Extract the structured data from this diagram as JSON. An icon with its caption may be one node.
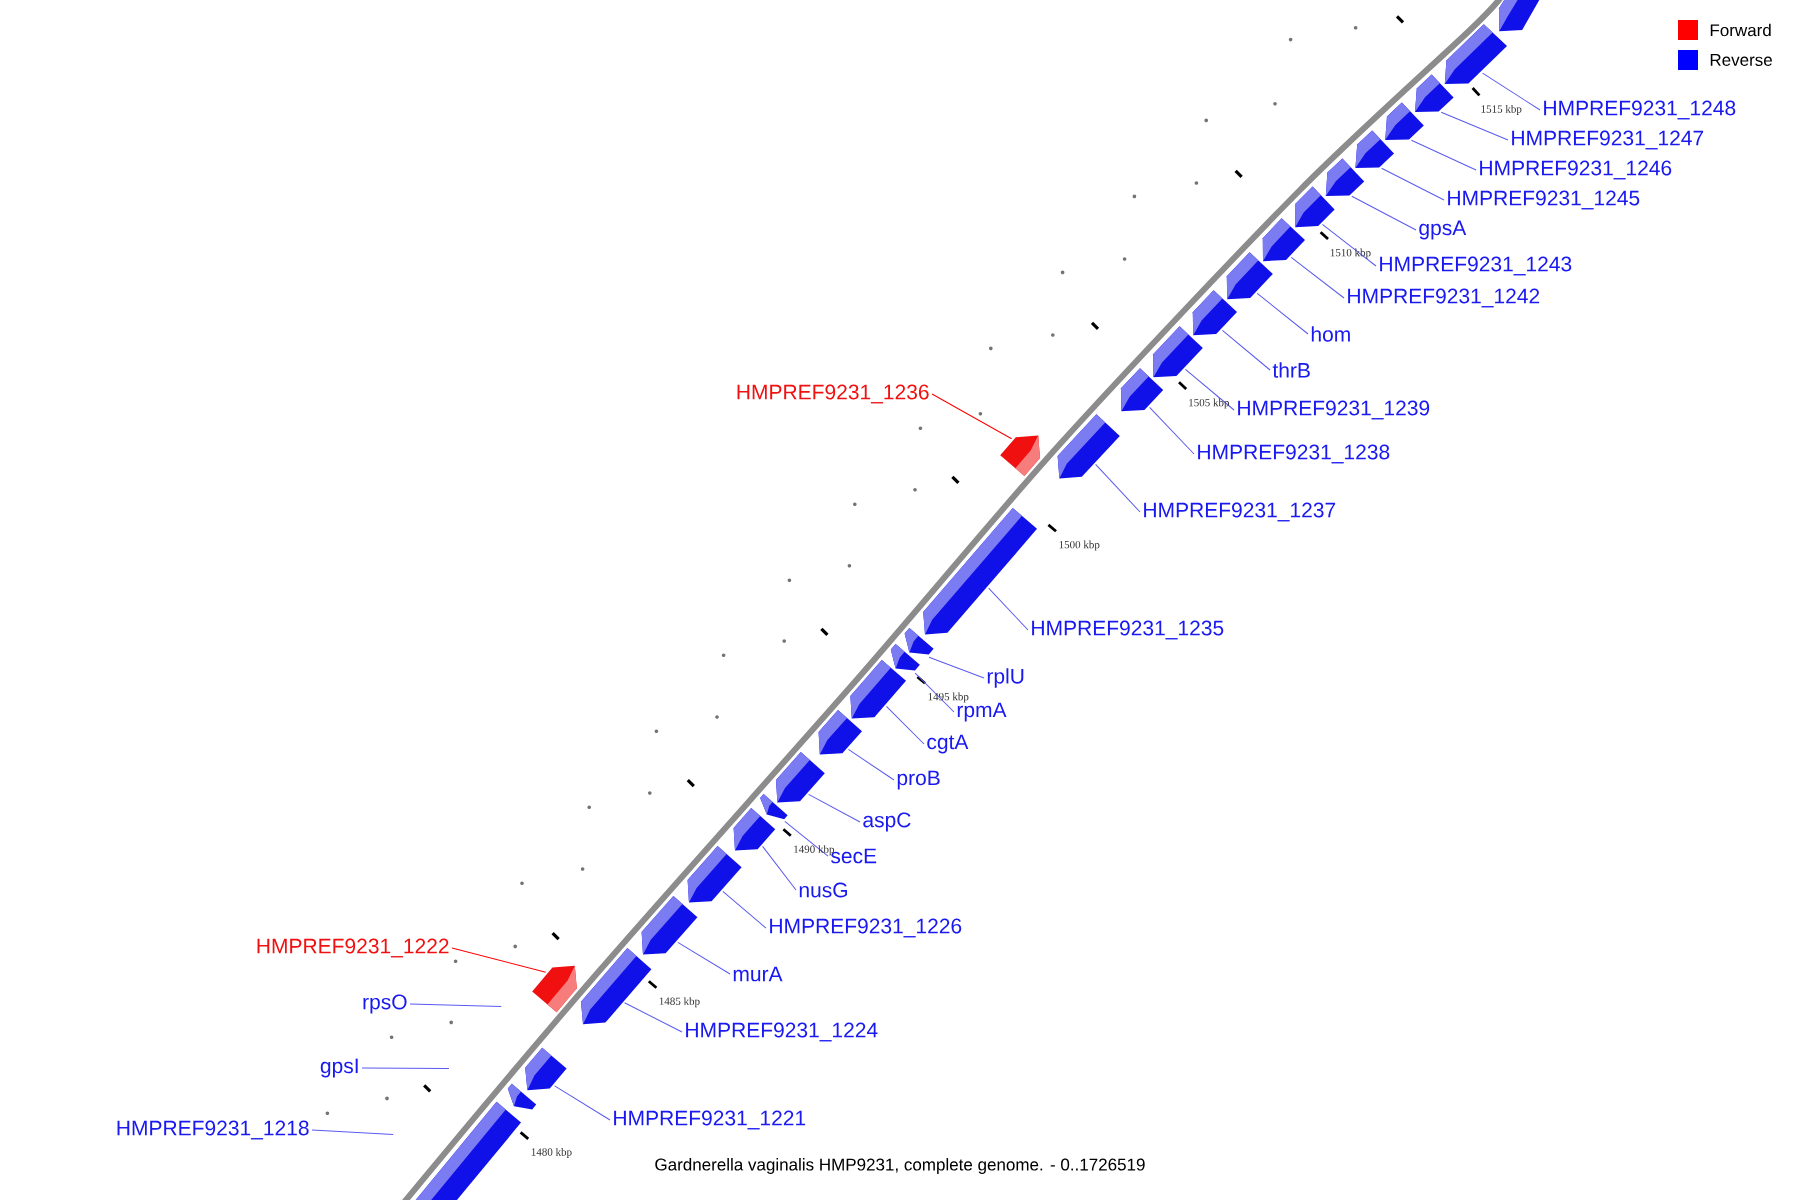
{
  "diagram": {
    "caption": "Gardnerella vaginalis HMP9231, complete genome. - 0..1726519",
    "nodes": [
      {
        "text": [
          "HMPREF9231_1248"
        ]
      },
      {
        "text": [
          "HMPREF9231_1247"
        ]
      },
      {
        "text": [
          "HMPREF9231_1246"
        ]
      },
      {
        "text": [
          "HMPREF9231_1245"
        ]
      },
      {
        "text": [
          "gpsA"
        ]
      },
      {
        "text": [
          "HMPREF9231_1243"
        ]
      },
      {
        "text": [
          "HMPREF9231_1242"
        ]
      },
      {
        "text": [
          "hom"
        ]
      },
      {
        "text": [
          "thrB"
        ]
      },
      {
        "text": [
          "HMPREF9231_1236"
        ]
      },
      {
        "text": [
          "HMPREF9231_1239"
        ]
      },
      {
        "text": [
          "HMPREF9231_1238"
        ]
      },
      {
        "text": [
          "HMPREF9231_1237"
        ]
      },
      {
        "text": [
          "HMPREF9231_1235"
        ]
      },
      {
        "text": [
          "rplU"
        ]
      },
      {
        "text": [
          "rpmA"
        ]
      },
      {
        "text": [
          "cgtA"
        ]
      },
      {
        "text": [
          "proB"
        ]
      },
      {
        "text": [
          "aspC"
        ]
      },
      {
        "text": [
          "secE"
        ]
      },
      {
        "text": [
          "nusG"
        ]
      },
      {
        "text": [
          "HMPREF9231_1226"
        ]
      },
      {
        "text": [
          "HMPREF9231_1222"
        ]
      },
      {
        "text": [
          "murA"
        ]
      },
      {
        "text": [
          "rpsO"
        ]
      },
      {
        "text": [
          "HMPREF9231_1224"
        ]
      },
      {
        "text": [
          "gpsI"
        ]
      },
      {
        "text": [
          "HMPREF9231_1221"
        ]
      },
      {
        "text": [
          "HMPREF9231_1218"
        ]
      },
      {
        "text": [],
        "shape": "bar"
      },
      {
        "text": [],
        "shape": "bar"
      },
      {
        "text": [],
        "shape": "bar"
      },
      {
        "text": [],
        "shape": "bar"
      },
      {
        "text": [],
        "shape": "bar"
      },
      {
        "text": [],
        "shape": "bar"
      },
      {
        "text": [],
        "shape": "bar"
      },
      {
        "text": [],
        "shape": "bar"
      },
      {
        "text": [],
        "shape": "bar"
      },
      {
        "text": [],
        "shape": "bar"
      },
      {
        "text": [],
        "shape": "bar"
      },
      {
        "text": [],
        "shape": "bar"
      },
      {
        "text": [],
        "shape": "bar"
      },
      {
        "text": [],
        "shape": "bar"
      },
      {
        "text": [],
        "shape": "bar"
      },
      {
        "text": [],
        "shape": "bar"
      },
      {
        "text": [],
        "shape": "bar"
      },
      {
        "text": [],
        "shape": "bar"
      },
      {
        "text": [],
        "shape": "bar"
      },
      {
        "text": [],
        "shape": "bar"
      },
      {
        "text": [],
        "shape": "bar"
      },
      {
        "text": [],
        "shape": "bar"
      },
      {
        "text": [],
        "shape": "bar"
      },
      {
        "text": [],
        "shape": "bar"
      },
      {
        "text": [],
        "shape": "bar"
      },
      {
        "text": [],
        "shape": "bar"
      },
      {
        "text": [],
        "shape": "bar"
      },
      {
        "text": [],
        "shape": "bar"
      },
      {
        "text": [],
        "shape": "bar"
      }
    ],
    "edges": [
      {
        "from": 0,
        "to": 30,
        "arrow": "none"
      },
      {
        "from": 1,
        "to": 31,
        "arrow": "none"
      },
      {
        "from": 2,
        "to": 32,
        "arrow": "none"
      },
      {
        "from": 3,
        "to": 33,
        "arrow": "none"
      },
      {
        "from": 4,
        "to": 34,
        "arrow": "none"
      },
      {
        "from": 5,
        "to": 35,
        "arrow": "none"
      },
      {
        "from": 6,
        "to": 36,
        "arrow": "none"
      },
      {
        "from": 7,
        "to": 37,
        "arrow": "none"
      },
      {
        "from": 8,
        "to": 38,
        "arrow": "none"
      },
      {
        "from": 9,
        "to": 42,
        "arrow": "none",
        "color": "#ff0000"
      },
      {
        "from": 10,
        "to": 39,
        "arrow": "none"
      },
      {
        "from": 11,
        "to": 40,
        "arrow": "none"
      },
      {
        "from": 12,
        "to": 41,
        "arrow": "none"
      },
      {
        "from": 13,
        "to": 43,
        "arrow": "none"
      },
      {
        "from": 14,
        "to": 44,
        "arrow": "none"
      },
      {
        "from": 15,
        "to": 45,
        "arrow": "none"
      },
      {
        "from": 16,
        "to": 46,
        "arrow": "none"
      },
      {
        "from": 17,
        "to": 47,
        "arrow": "none"
      },
      {
        "from": 18,
        "to": 48,
        "arrow": "none"
      },
      {
        "from": 19,
        "to": 49,
        "arrow": "none"
      },
      {
        "from": 20,
        "to": 50,
        "arrow": "none"
      },
      {
        "from": 21,
        "to": 51,
        "arrow": "none"
      },
      {
        "from": 22,
        "to": 54,
        "arrow": "none",
        "color": "#ff0000"
      },
      {
        "from": 23,
        "to": 52,
        "arrow": "none"
      },
      {
        "from": 24,
        "to": null,
        "arrow": "none"
      },
      {
        "from": 25,
        "to": 53,
        "arrow": "none"
      },
      {
        "from": 26,
        "to": null,
        "arrow": "none"
      },
      {
        "from": 27,
        "to": 55,
        "arrow": "none"
      },
      {
        "from": 28,
        "to": null,
        "arrow": "none"
      }
    ],
    "labels": [
      "1515 kbp",
      "1510 kbp",
      "1505 kbp",
      "1500 kbp",
      "1495 kbp",
      "1490 kbp",
      "1485 kbp",
      "1480 kbp"
    ],
    "legend": [
      {
        "text": "Forward",
        "color": "#ff0000"
      },
      {
        "text": "Reverse",
        "color": "#0000ff"
      }
    ]
  }
}
